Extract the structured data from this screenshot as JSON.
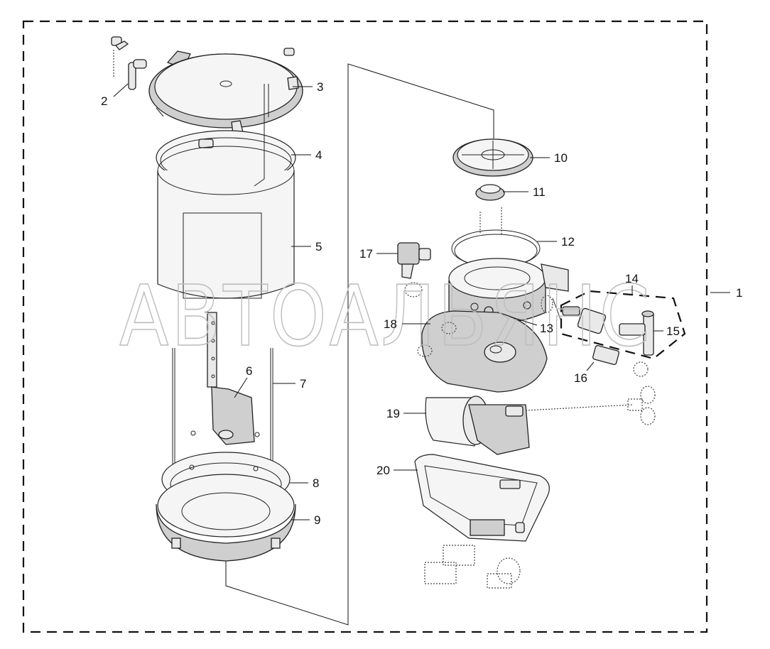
{
  "watermark": "АВТОАЛЬЯНС",
  "callouts": [
    {
      "id": "c1",
      "label": "1"
    },
    {
      "id": "c2",
      "label": "2"
    },
    {
      "id": "c3",
      "label": "3"
    },
    {
      "id": "c4",
      "label": "4"
    },
    {
      "id": "c5",
      "label": "5"
    },
    {
      "id": "c6",
      "label": "6"
    },
    {
      "id": "c7",
      "label": "7"
    },
    {
      "id": "c8",
      "label": "8"
    },
    {
      "id": "c9",
      "label": "9"
    },
    {
      "id": "c10",
      "label": "10"
    },
    {
      "id": "c11",
      "label": "11"
    },
    {
      "id": "c12",
      "label": "12"
    },
    {
      "id": "c13",
      "label": "13"
    },
    {
      "id": "c14",
      "label": "14"
    },
    {
      "id": "c15",
      "label": "15"
    },
    {
      "id": "c16",
      "label": "16"
    },
    {
      "id": "c17",
      "label": "17"
    },
    {
      "id": "c18",
      "label": "18"
    },
    {
      "id": "c19",
      "label": "19"
    },
    {
      "id": "c20",
      "label": "20"
    }
  ]
}
